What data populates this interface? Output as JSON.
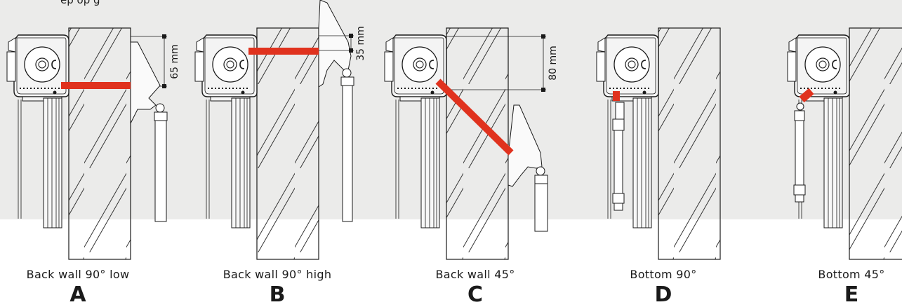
{
  "header": {
    "partial_text": "ep    op     g"
  },
  "panels": [
    {
      "caption": "Back wall 90° low",
      "letter": "A",
      "dimension": "65 mm"
    },
    {
      "caption": "Back wall 90° high",
      "letter": "B",
      "dimension": "35 mm"
    },
    {
      "caption": "Back wall 45°",
      "letter": "C",
      "dimension": "80 mm"
    },
    {
      "caption": "Bottom 90°",
      "letter": "D",
      "dimension": ""
    },
    {
      "caption": "Bottom 45°",
      "letter": "E",
      "dimension": ""
    }
  ],
  "colors": {
    "background_band": "#ebebea",
    "bracket_red": "#e0321e",
    "line": "#1a1a1a"
  }
}
